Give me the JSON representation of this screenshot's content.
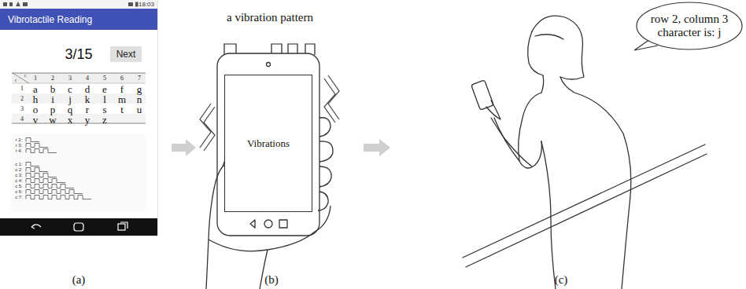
{
  "diagram": {
    "nodes": [
      {
        "text": [
          "Vibrotactile Reading"
        ]
      },
      {
        "text": [
          "Next"
        ]
      },
      {
        "text": [
          "Vibrations"
        ]
      },
      {
        "text": [
          "row 2, column 3 character is: j"
        ]
      }
    ],
    "labels": [
      "18:03",
      "3/15",
      "r",
      "c",
      "1",
      "2",
      "3",
      "4",
      "5",
      "6",
      "7",
      "1",
      "2",
      "3",
      "4",
      "a",
      "b",
      "c",
      "d",
      "e",
      "f",
      "g",
      "h",
      "i",
      "j",
      "k",
      "l",
      "m",
      "n",
      "o",
      "p",
      "q",
      "r",
      "s",
      "t",
      "u",
      "v",
      "w",
      "x",
      "y",
      "z",
      "r 2:",
      "r 3:",
      "r 4:",
      "c 1:",
      "c 2:",
      "c 3:",
      "c 4:",
      "c 5:",
      "c 6:",
      "c 7:",
      "a vibration pattern",
      "(a)",
      "(b)",
      "(c)"
    ]
  }
}
